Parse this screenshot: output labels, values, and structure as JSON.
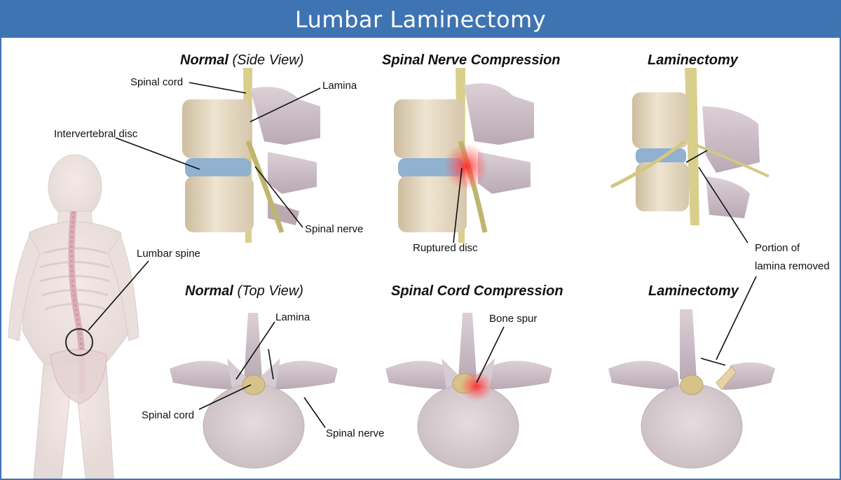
{
  "title": "Lumbar Laminectomy",
  "headings": {
    "normal_side": {
      "main": "Normal",
      "sub": "(Side View)"
    },
    "nerve_compression": "Spinal Nerve Compression",
    "laminectomy_top_row": "Laminectomy",
    "normal_top": {
      "main": "Normal",
      "sub": "(Top View)"
    },
    "cord_compression": "Spinal Cord Compression",
    "laminectomy_bottom_row": "Laminectomy"
  },
  "labels": {
    "spinal_cord_side": "Spinal cord",
    "lamina_side": "Lamina",
    "intervertebral_disc": "Intervertebral disc",
    "spinal_nerve_side": "Spinal nerve",
    "ruptured_disc": "Ruptured disc",
    "portion_line1": "Portion of",
    "portion_line2": "lamina removed",
    "lumbar_spine": "Lumbar spine",
    "lamina_top": "Lamina",
    "bone_spur": "Bone spur",
    "spinal_cord_top": "Spinal cord",
    "spinal_nerve_top": "Spinal nerve"
  },
  "colors": {
    "title_bar": "#3f74b3",
    "bone": "#e4d9c4",
    "disc": "#8fb0cf",
    "nerve": "#c9c078",
    "inflammation": "#ff3030"
  }
}
